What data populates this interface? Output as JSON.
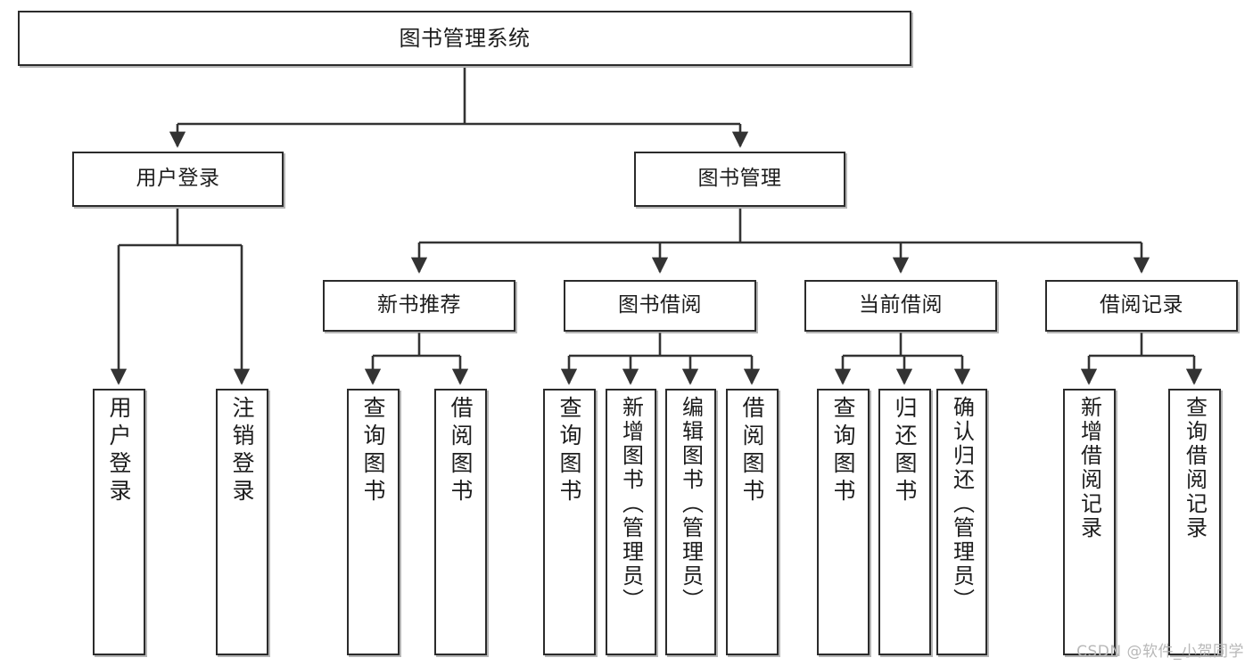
{
  "diagram": {
    "title": "图书管理系统",
    "watermark": "CSDN @软件_小贺同学",
    "line_color": "#333333",
    "box_border_color": "#2b2b2b",
    "box_fill": "#ffffff",
    "text_color": "#1d1d1d",
    "levels": {
      "root": {
        "label": "图书管理系统"
      },
      "level2": [
        {
          "label": "用户登录"
        },
        {
          "label": "图书管理"
        }
      ],
      "level3": [
        {
          "label": "新书推荐"
        },
        {
          "label": "图书借阅"
        },
        {
          "label": "当前借阅"
        },
        {
          "label": "借阅记录"
        }
      ],
      "leaves": {
        "user_login": [
          {
            "label": "用户登录"
          },
          {
            "label": "注销登录"
          }
        ],
        "new_book_recommend": [
          {
            "label": "查询图书"
          },
          {
            "label": "借阅图书"
          }
        ],
        "book_borrow": [
          {
            "label": "查询图书"
          },
          {
            "label": "新增图书（管理员）"
          },
          {
            "label": "编辑图书（管理员）"
          },
          {
            "label": "借阅图书"
          }
        ],
        "current_borrow": [
          {
            "label": "查询图书"
          },
          {
            "label": "归还图书"
          },
          {
            "label": "确认归还（管理员）"
          }
        ],
        "borrow_record": [
          {
            "label": "新增借阅记录"
          },
          {
            "label": "查询借阅记录"
          }
        ]
      }
    }
  }
}
